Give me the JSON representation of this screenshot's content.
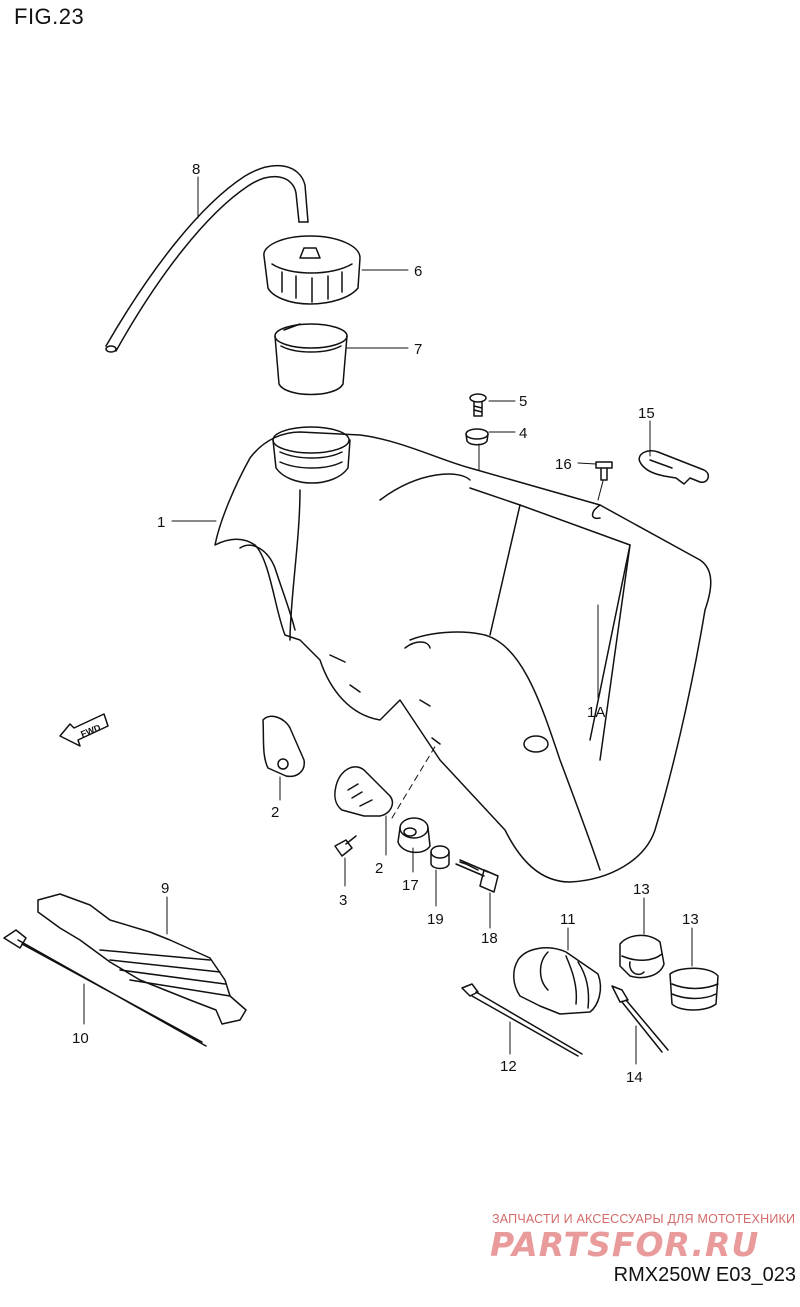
{
  "figure": {
    "title": "FIG.23",
    "model_code": "RMX250W E03_023"
  },
  "direction_marker": {
    "text": "FWD",
    "icon": "forward-arrow-icon"
  },
  "watermark": {
    "text": "ЗАПЧАСТИ И АКСЕССУАРЫ ДЛЯ МОТОТЕХНИКИ",
    "logo": "PARTSFOR.RU"
  },
  "parts": [
    {
      "ref": "1",
      "name": "fuel-tank"
    },
    {
      "ref": "1A",
      "name": "fuel-tank-label"
    },
    {
      "ref": "2",
      "name": "tank-bracket-left"
    },
    {
      "ref": "2",
      "name": "tank-bracket-right"
    },
    {
      "ref": "3",
      "name": "bracket-bolt"
    },
    {
      "ref": "4",
      "name": "washer"
    },
    {
      "ref": "5",
      "name": "screw"
    },
    {
      "ref": "6",
      "name": "fuel-cap"
    },
    {
      "ref": "7",
      "name": "cap-gasket"
    },
    {
      "ref": "8",
      "name": "breather-hose"
    },
    {
      "ref": "9",
      "name": "heat-shield-pad"
    },
    {
      "ref": "10",
      "name": "clamp-band"
    },
    {
      "ref": "11",
      "name": "front-cushion"
    },
    {
      "ref": "12",
      "name": "clamp-band"
    },
    {
      "ref": "13",
      "name": "cushion-a"
    },
    {
      "ref": "13",
      "name": "cushion-b"
    },
    {
      "ref": "14",
      "name": "clamp-band-small"
    },
    {
      "ref": "15",
      "name": "hook-clip"
    },
    {
      "ref": "16",
      "name": "clip-screw"
    },
    {
      "ref": "17",
      "name": "mount-cushion"
    },
    {
      "ref": "18",
      "name": "mount-bolt"
    },
    {
      "ref": "19",
      "name": "collar"
    }
  ]
}
